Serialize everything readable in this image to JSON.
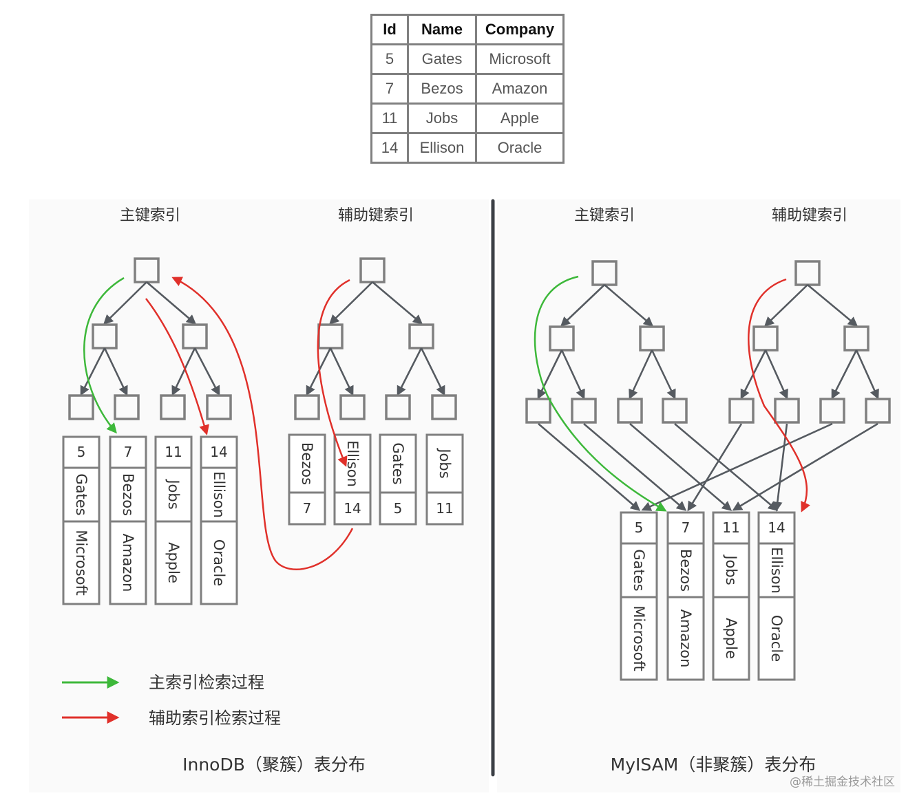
{
  "table": {
    "headers": [
      "Id",
      "Name",
      "Company"
    ],
    "rows": [
      [
        "5",
        "Gates",
        "Microsoft"
      ],
      [
        "7",
        "Bezos",
        "Amazon"
      ],
      [
        "11",
        "Jobs",
        "Apple"
      ],
      [
        "14",
        "Ellison",
        "Oracle"
      ]
    ]
  },
  "innodb": {
    "primary_title": "主键索引",
    "secondary_title": "辅助键索引",
    "caption": "InnoDB（聚簇）表分布",
    "primary_leaves": [
      {
        "id": "5",
        "name": "Gates",
        "company": "Microsoft"
      },
      {
        "id": "7",
        "name": "Bezos",
        "company": "Amazon"
      },
      {
        "id": "11",
        "name": "Jobs",
        "company": "Apple"
      },
      {
        "id": "14",
        "name": "Ellison",
        "company": "Oracle"
      }
    ],
    "secondary_leaves": [
      {
        "name": "Bezos",
        "id": "7"
      },
      {
        "name": "Ellison",
        "id": "14"
      },
      {
        "name": "Gates",
        "id": "5"
      },
      {
        "name": "Jobs",
        "id": "11"
      }
    ]
  },
  "myisam": {
    "primary_title": "主键索引",
    "secondary_title": "辅助键索引",
    "caption": "MyISAM（非聚簇）表分布",
    "records": [
      {
        "id": "5",
        "name": "Gates",
        "company": "Microsoft"
      },
      {
        "id": "7",
        "name": "Bezos",
        "company": "Amazon"
      },
      {
        "id": "11",
        "name": "Jobs",
        "company": "Apple"
      },
      {
        "id": "14",
        "name": "Ellison",
        "company": "Oracle"
      }
    ]
  },
  "legend": {
    "primary_label": "主索引检索过程",
    "primary_color": "#3db83a",
    "secondary_label": "辅助索引检索过程",
    "secondary_color": "#e0302a"
  },
  "watermark": "@稀土掘金技术社区"
}
